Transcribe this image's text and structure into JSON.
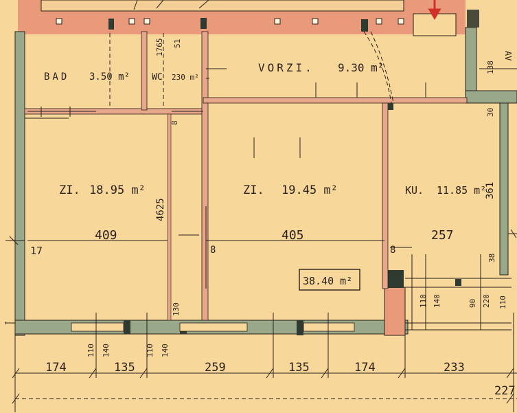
{
  "colors": {
    "paper": "#f7d79a",
    "wall_brick": "#e99a7a",
    "wall_green": "#9aa88a",
    "wall_inner": "#e6a78a",
    "ink": "#2a1f1a",
    "arrow": "#d0322a"
  },
  "rooms": {
    "bad": {
      "name": "BAD",
      "area": "3.50 m²"
    },
    "wc": {
      "name": "WC",
      "area": "230 m²"
    },
    "vorzi": {
      "name": "VORZI.",
      "area": "9.30 m²"
    },
    "zi1": {
      "name": "ZI.",
      "area": "18.95 m²",
      "width": "409"
    },
    "zi2": {
      "name": "ZI.",
      "area": "19.45 m²",
      "width": "405"
    },
    "ku": {
      "name": "KU.",
      "area": "11.85 m²",
      "width": "257"
    },
    "av": {
      "name": "AV"
    }
  },
  "total_area": "38.40 m²",
  "dimensions": {
    "bottom_row": [
      "174",
      "135",
      "259",
      "135",
      "174",
      "233"
    ],
    "far_right": "227",
    "wall_17": "17",
    "wall_8a": "8",
    "wall_8b": "8",
    "height_4625": "4625",
    "height_361": "361",
    "h_138": "138",
    "h_30": "30",
    "h_1765": "1765",
    "h_51": "51",
    "h_8": "8",
    "h_38": "38",
    "sill_110a": "110",
    "sill_140a": "140",
    "sill_110b": "110",
    "sill_140b": "140",
    "sill_110c": "110",
    "sill_140c": "140",
    "sill_90": "90",
    "sill_220": "220",
    "sill_110d": "110",
    "sill_130": "130"
  }
}
